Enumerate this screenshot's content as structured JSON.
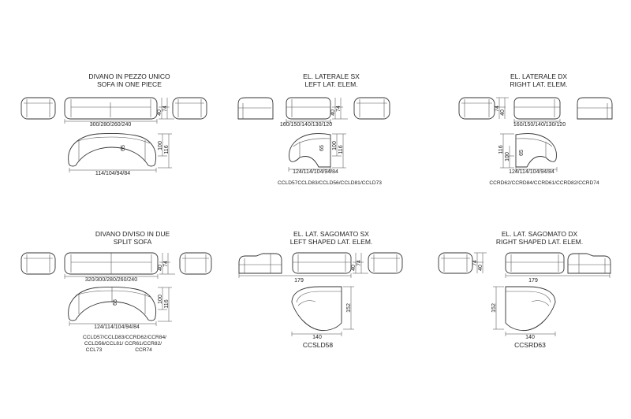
{
  "groups": [
    {
      "id": "one-piece",
      "title_it": "DIVANO IN PEZZO UNICO",
      "title_en": "SOFA IN ONE PIECE",
      "width_dim": "300/280/260/240",
      "depth_dims": [
        "40",
        "74"
      ],
      "plan_dims": [
        "100",
        "116"
      ],
      "inner_dim": "65",
      "plan_width": "114/104/94/84",
      "codes": []
    },
    {
      "id": "left-lat",
      "title_it": "EL. LATERALE SX",
      "title_en": "LEFT LAT. ELEM.",
      "width_dim": "160/150/140/130/120",
      "depth_dims": [
        "40",
        "74"
      ],
      "plan_dims": [
        "100",
        "116"
      ],
      "inner_dim": "65",
      "plan_width": "124/114/104/94/84",
      "codes": [
        "CCLD57CCLD83/CCLD56/CCLD81/CCLD73"
      ]
    },
    {
      "id": "right-lat",
      "title_it": "EL. LATERALE DX",
      "title_en": "RIGHT LAT. ELEM.",
      "width_dim": "160/150/140/130/120",
      "depth_dims": [
        "40",
        "74"
      ],
      "plan_dims": [
        "116",
        "100"
      ],
      "inner_dim": "65",
      "plan_width": "124/114/104/94/84",
      "codes": [
        "CCRD62/CCRD84/CCRD61/CCRD82/CCRD74"
      ]
    },
    {
      "id": "split",
      "title_it": "DIVANO DIVISO IN DUE",
      "title_en": "SPLIT SOFA",
      "width_dim": "320/300/280/260/240",
      "depth_dims": [
        "40",
        "74"
      ],
      "plan_dims": [
        "100",
        "116"
      ],
      "inner_dim": "65",
      "plan_width": "124/114/104/94/84",
      "codes": [
        "CCLD57/CCLD83/CCRD62/CCR84/",
        "CCLD56/CCL81/ CCR61/CCR82/",
        "CCL73",
        "CCR74"
      ]
    },
    {
      "id": "left-shaped",
      "title_it": "EL. LAT. SAGOMATO SX",
      "title_en": "LEFT SHAPED LAT. ELEM.",
      "width_dim": "179",
      "depth_dims": [
        "40",
        "74"
      ],
      "plan_dims": [
        "152"
      ],
      "plan_width": "140",
      "codes": [
        "CCSLD58"
      ]
    },
    {
      "id": "right-shaped",
      "title_it": "EL. LAT. SAGOMATO DX",
      "title_en": "RIGHT SHAPED LAT. ELEM.",
      "width_dim": "179",
      "depth_dims": [
        "74",
        "40"
      ],
      "plan_dims": [
        "152"
      ],
      "plan_width": "140",
      "codes": [
        "CCSRD63"
      ]
    }
  ]
}
